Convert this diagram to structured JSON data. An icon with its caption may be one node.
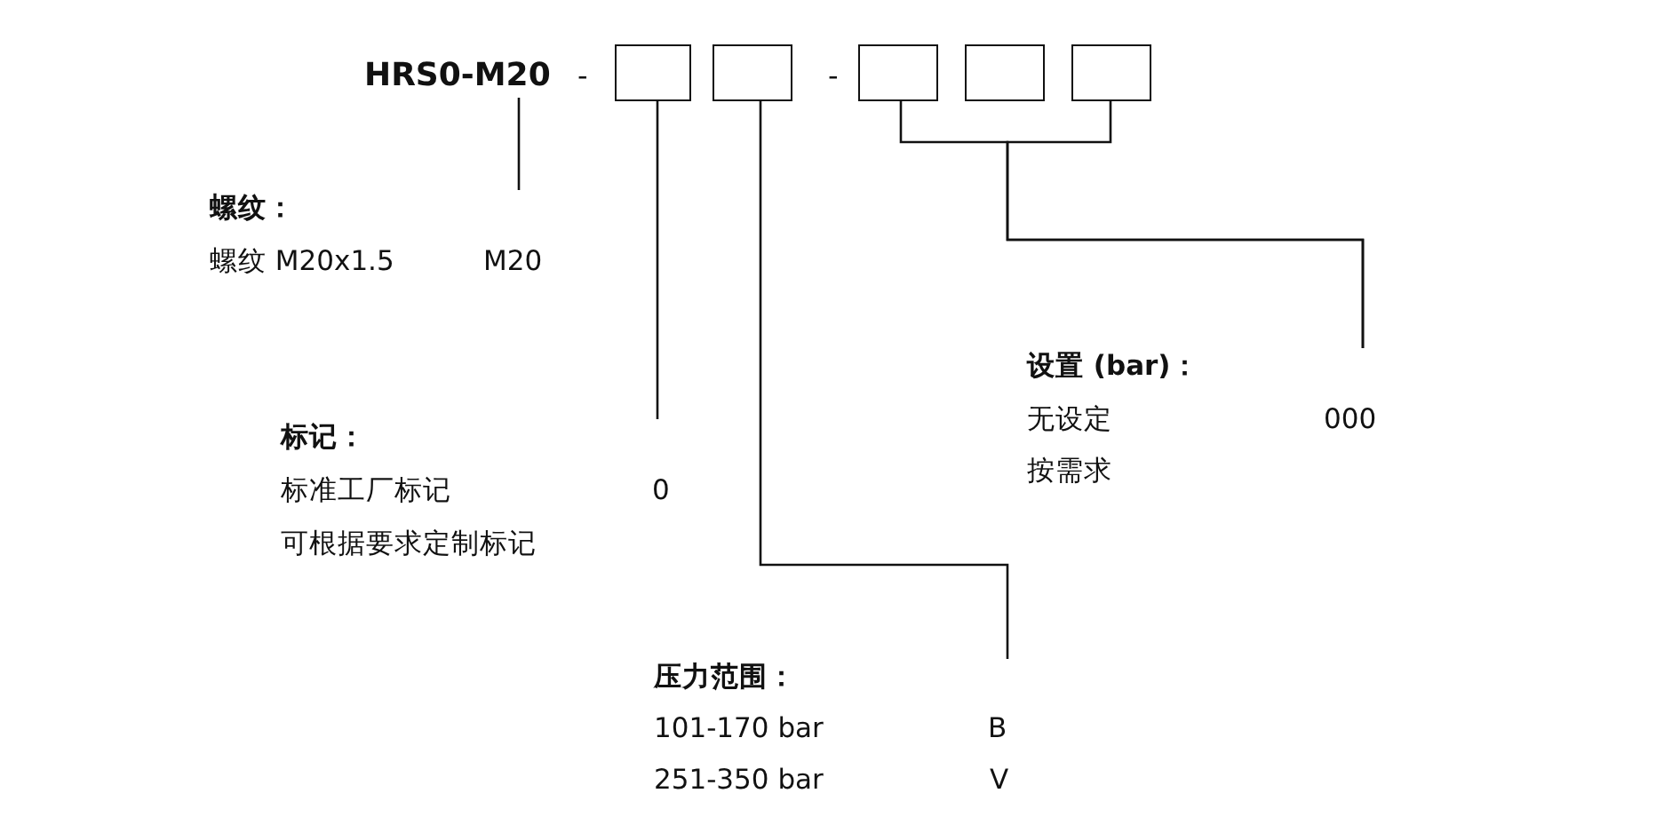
{
  "diagram": {
    "nodes": [
      {
        "text": [
          "HRS0-M20"
        ]
      },
      {
        "text": [],
        "shape": "box"
      },
      {
        "text": [],
        "shape": "box"
      },
      {
        "text": [],
        "shape": "box"
      },
      {
        "text": [],
        "shape": "box"
      },
      {
        "text": [],
        "shape": "box"
      },
      {
        "text": [
          "螺纹：",
          "螺纹 M20x1.5",
          "M20"
        ]
      },
      {
        "text": [
          "标记：",
          "标准工厂标记",
          "0",
          "可根据要求定制标记"
        ]
      },
      {
        "text": [
          "压力范围：",
          "101-170 bar",
          "B",
          "251-350 bar",
          "V"
        ]
      },
      {
        "text": [
          "设置 (bar)：",
          "无设定",
          "000",
          "按需求"
        ]
      }
    ],
    "edges": [
      {
        "from": 6,
        "to": 0,
        "arrow": "none"
      },
      {
        "from": 7,
        "to": 1,
        "arrow": "none"
      },
      {
        "from": 8,
        "to": 2,
        "arrow": "none"
      },
      {
        "from": 9,
        "to": 3,
        "arrow": "none"
      },
      {
        "from": 9,
        "to": 5,
        "arrow": "none"
      }
    ],
    "labels": [
      "-",
      "-"
    ]
  }
}
